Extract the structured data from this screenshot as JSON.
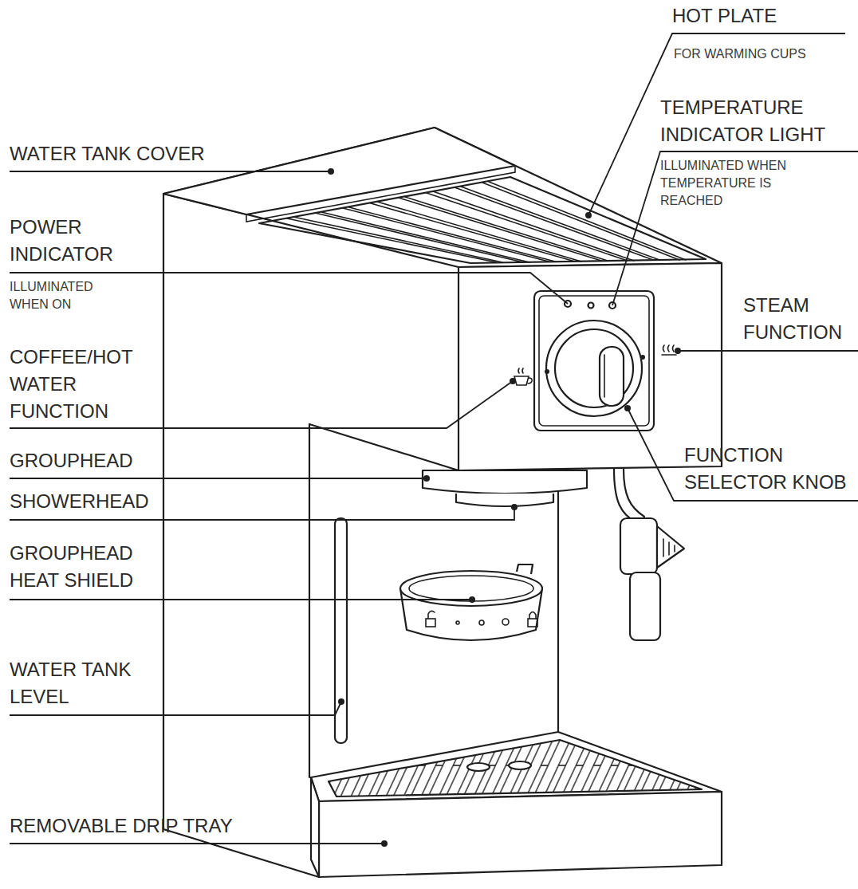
{
  "diagram": {
    "labels": [
      "HOT PLATE",
      "FOR WARMING CUPS",
      "TEMPERATURE INDICATOR LIGHT",
      "ILLUMINATED WHEN TEMPERATURE IS REACHED",
      "WATER TANK COVER",
      "POWER INDICATOR",
      "ILLUMINATED WHEN ON",
      "STEAM FUNCTION",
      "COFFEE/HOT WATER FUNCTION",
      "GROUPHEAD",
      "FUNCTION SELECTOR KNOB",
      "SHOWERHEAD",
      "GROUPHEAD HEAT SHIELD",
      "WATER TANK LEVEL",
      "REMOVABLE DRIP TRAY"
    ]
  }
}
